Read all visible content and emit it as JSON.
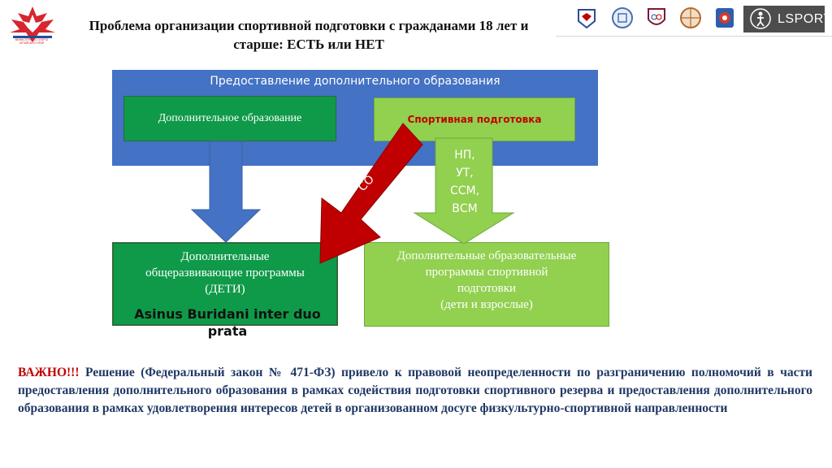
{
  "header": {
    "title": "Проблема организации спортивной подготовки с гражданами 18 лет и старше: ЕСТЬ или НЕТ",
    "logo_caption": "МИНИСТЕРСТВО СПОРТА АЛТАЙСКОГО КРАЯ",
    "partner_logo_text": "LSPORT"
  },
  "diagram": {
    "panel_title": "Предоставление дополнительного образования",
    "box_dop": "Дополнительное образование",
    "box_sport": "Спортивная подготовка",
    "levels": [
      "НП,",
      "УТ,",
      "ССМ,",
      "ВСМ"
    ],
    "arrow_label": "СО",
    "left_program_lines": [
      "Дополнительные",
      "общеразвивающие программы",
      "(ДЕТИ)"
    ],
    "right_program_lines": [
      "Дополнительные образовательные",
      "программы спортивной",
      "подготовки",
      "(дети и взрослые)"
    ],
    "latin_note": "Asinus Buridani inter duo prata"
  },
  "note": {
    "prefix": "ВАЖНО!!!",
    "text": " Решение (Федеральный закон № 471-ФЗ) привело к правовой неопределенности по разграничению полномочий в части предоставления дополнительного образования в рамках содействия подготовки спортивного резерва и предоставления дополнительного образования в рамках удовлетворения интересов детей в организованном досуге физкультурно-спортивной направленности"
  },
  "colors": {
    "blue_panel": "#4472c4",
    "dark_green": "#0f9a49",
    "light_green": "#92d050",
    "red_arrow": "#c00000",
    "note_text": "#1f3864"
  }
}
